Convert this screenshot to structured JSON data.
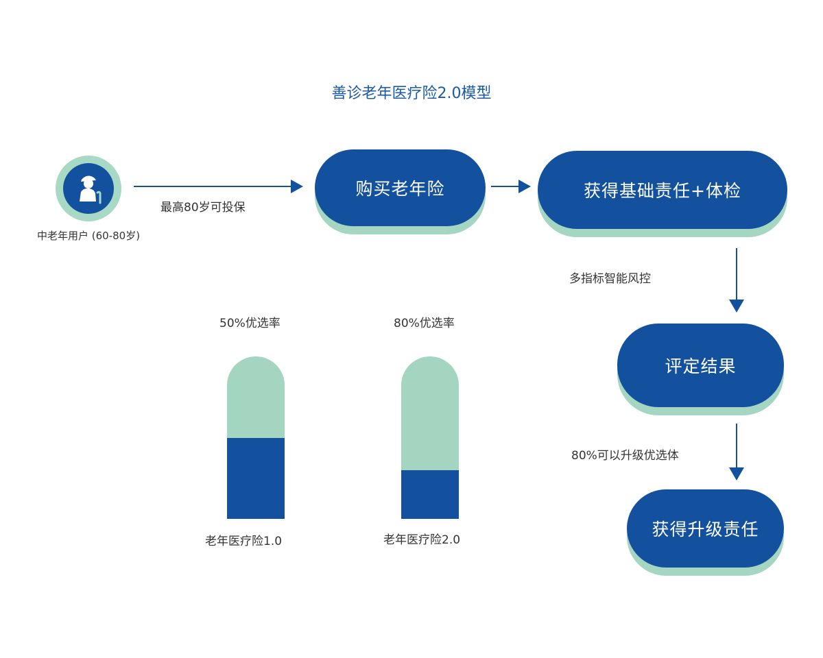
{
  "title": "善诊老年医疗险2.0模型",
  "user": {
    "label": "中老年用户 (60-80岁)",
    "icon": "elderly-person-icon"
  },
  "steps": {
    "buy": "购买老年险",
    "basic": "获得基础责任+体检",
    "evaluate": "评定结果",
    "upgrade": "获得升级责任"
  },
  "edges": {
    "user_to_buy": "最高80岁可投保",
    "basic_to_evaluate": "多指标智能风控",
    "evaluate_to_upgrade": "80%可以升级优选体"
  },
  "colors": {
    "primary": "#13519f",
    "secondary": "#a3d5c1",
    "title": "#1a5aa6"
  },
  "comparison": [
    {
      "name": "老年医疗险1.0",
      "rate_label": "50%优选率",
      "fill_fraction": 0.5
    },
    {
      "name": "老年医疗险2.0",
      "rate_label": "80%优选率",
      "fill_fraction": 0.3
    }
  ]
}
